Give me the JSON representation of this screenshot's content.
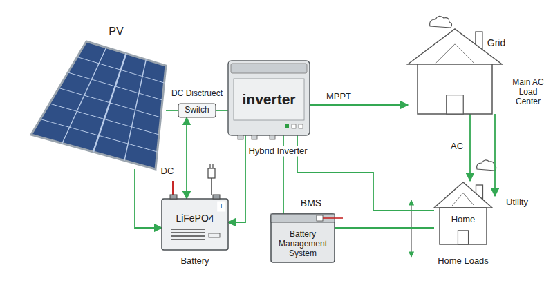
{
  "diagram": {
    "nodes": [
      {
        "text": [
          "PV"
        ]
      },
      {
        "text": [
          "DC Disctruect",
          "Switch"
        ]
      },
      {
        "text": [
          "inverter",
          "Hybrid Inverter"
        ]
      },
      {
        "text": [
          "LiFePO4",
          "Battery"
        ]
      },
      {
        "text": [
          "BMS",
          "Battery Management System"
        ]
      },
      {
        "text": [
          "Grid",
          "Main AC Load Center"
        ]
      },
      {
        "text": [
          "Home",
          "Home Loads"
        ]
      }
    ],
    "edges": [
      {
        "from": 0,
        "to": 1,
        "arrow": "none"
      },
      {
        "from": 1,
        "to": 3,
        "arrow": "both"
      },
      {
        "from": 0,
        "to": 3,
        "arrow": "to"
      },
      {
        "from": 1,
        "to": 2,
        "arrow": "none"
      },
      {
        "from": 2,
        "to": 5,
        "label": "MPPT",
        "arrow": "to"
      },
      {
        "from": 2,
        "to": 3,
        "arrow": "to"
      },
      {
        "from": 2,
        "to": 4,
        "arrow": "none"
      },
      {
        "from": 2,
        "to": 6,
        "arrow": "none"
      },
      {
        "from": 4,
        "to": 6,
        "arrow": "none"
      },
      {
        "from": 5,
        "to": 6,
        "label": "AC",
        "arrow": "to"
      }
    ],
    "labels": [
      "DC",
      "+",
      "Utility"
    ]
  }
}
